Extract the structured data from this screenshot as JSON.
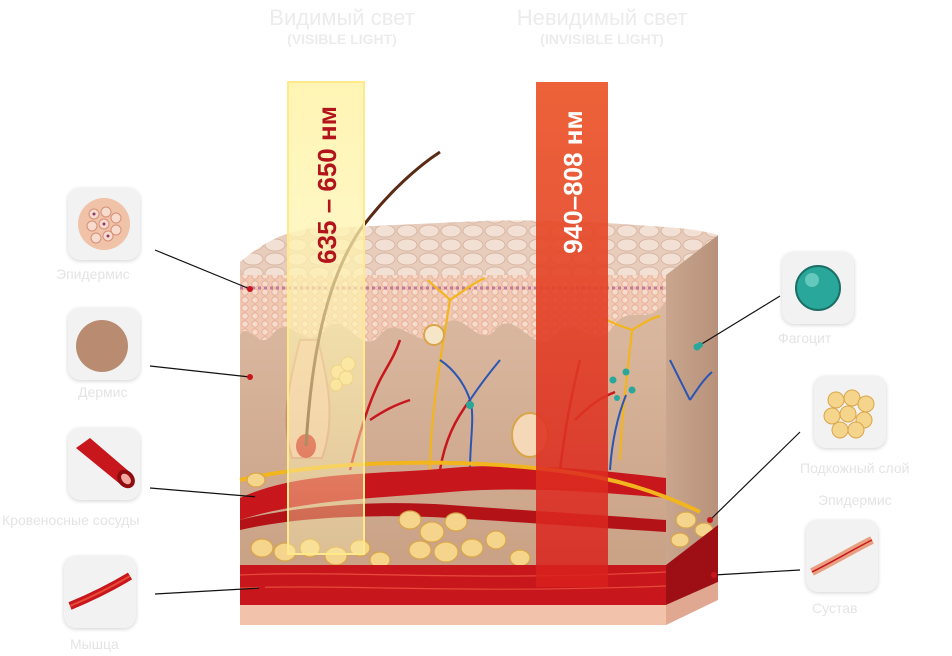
{
  "headers": {
    "visible": {
      "ru": "Видимый свет",
      "en": "(VISIBLE LIGHT)"
    },
    "invisible": {
      "ru": "Невидимый свет",
      "en": "(INVISIBLE LIGHT)"
    }
  },
  "bands": {
    "visible": {
      "label": "635 – 650 нм",
      "color": "#fff2a8",
      "text_color": "#b3141b"
    },
    "invisible": {
      "label": "940–808 нм",
      "color": "#e8432a",
      "text_color": "#ffffff"
    }
  },
  "labels": {
    "epidermis": "Эпидермис",
    "dermis": "Дермис",
    "vessels": "Кровеносные сосуды",
    "muscle": "Мышца",
    "phagocyte": "Фагоцит",
    "subcutaneous": "Подкожный слой",
    "epidermis_right": "Эпидермис",
    "joint": "Сустав"
  },
  "colors": {
    "skin_top": "#f1d6c6",
    "dermis": "#d9b79e",
    "blood": "#c8161d",
    "nerve": "#f2b51d",
    "vein": "#2a56b3",
    "fat": "#f5d58c",
    "phagocyte": "#2aa79b"
  }
}
